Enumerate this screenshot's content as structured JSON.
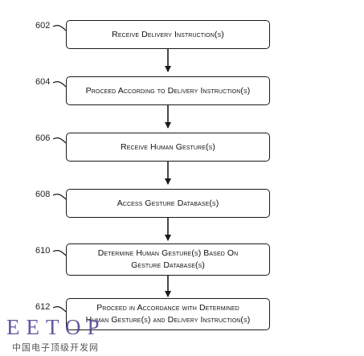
{
  "flowchart": {
    "steps": [
      {
        "ref": "602",
        "text": "Receive Delivery Instruction(s)"
      },
      {
        "ref": "604",
        "text": "Proceed According to Delivery Instruction(s)"
      },
      {
        "ref": "606",
        "text": "Receive Human Gesture(s)"
      },
      {
        "ref": "608",
        "text": "Access Gesture Database(s)"
      },
      {
        "ref": "610",
        "text": "Determine Human Gesture(s) Based On\nGesture Database(s)"
      },
      {
        "ref": "612",
        "text": "Proceed in Accordance with Determined\nHuman Gesture(s) and Delivery Instruction(s)"
      }
    ]
  },
  "watermark": {
    "logo": "EETOP",
    "tagline": "中国电子顶级开发网"
  },
  "colors": {
    "stroke": "#1a1a1a",
    "watermark": "#4b3a8f"
  }
}
